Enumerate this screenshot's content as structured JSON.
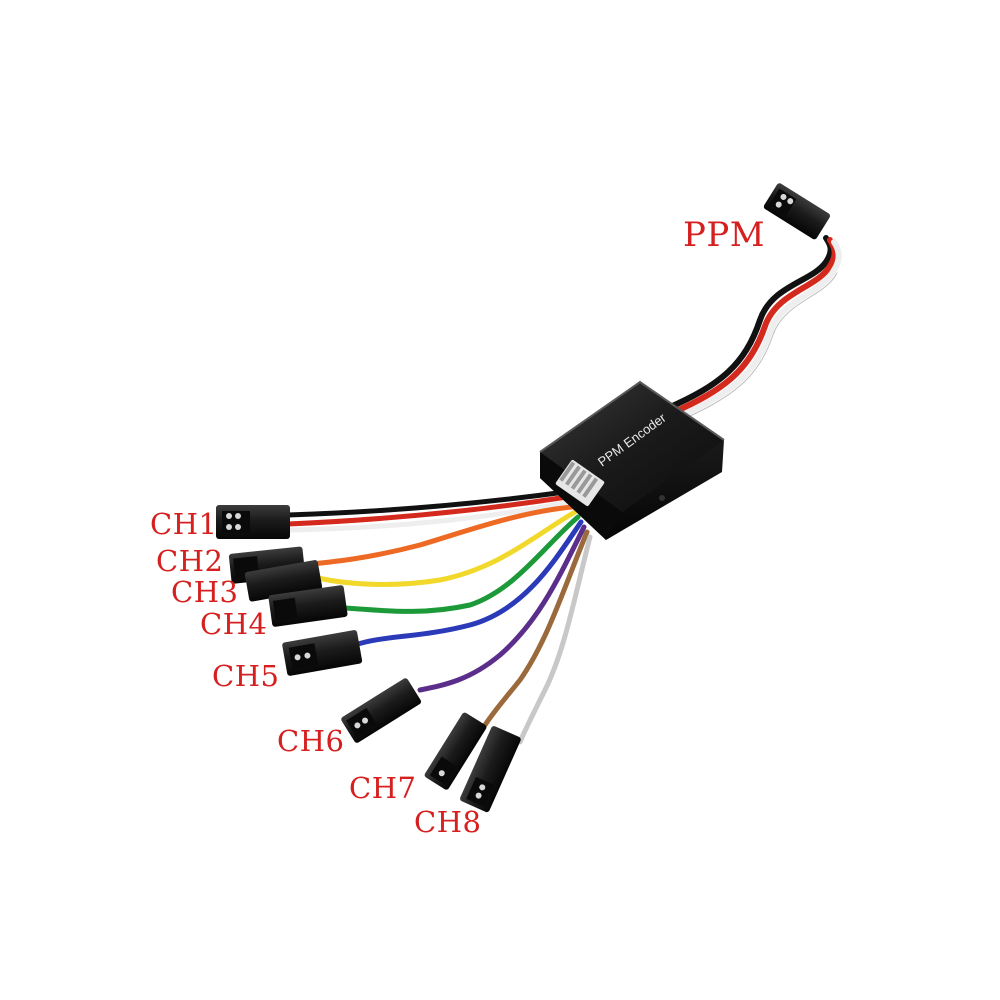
{
  "labels": {
    "ppm": "PPM",
    "ch1": "CH1",
    "ch2": "CH2",
    "ch3": "CH3",
    "ch4": "CH4",
    "ch5": "CH5",
    "ch6": "CH6",
    "ch7": "CH7",
    "ch8": "CH8"
  },
  "device": {
    "name": "PPM Encoder"
  },
  "colors": {
    "label": "#d62020",
    "module_body": "#141414",
    "wire_black": "#111111",
    "wire_red": "#d42a1e",
    "wire_white": "#eeeeee",
    "wire_orange": "#ee6a24",
    "wire_yellow": "#f2d82a",
    "wire_green": "#1c9a3a",
    "wire_blue": "#2a3ab8",
    "wire_purple": "#5a2e8a",
    "wire_brown": "#9a6a3c",
    "wire_grey": "#c8c8c8"
  }
}
